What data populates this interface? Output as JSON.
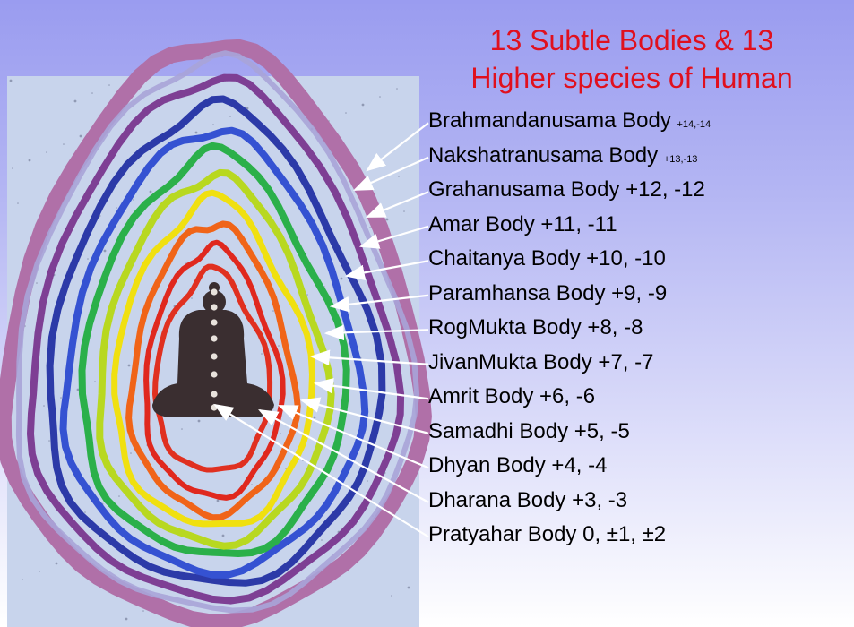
{
  "title": {
    "line1": "13 Subtle Bodies & 13",
    "line2": "Higher species of Human"
  },
  "bodies": [
    {
      "name": "Brahmandanusama  Body",
      "level": "+14,-14",
      "small": true
    },
    {
      "name": "Nakshatranusama Body",
      "level": "+13,-13",
      "small": true
    },
    {
      "name": "Grahanusama Body",
      "level": "+12, -12",
      "small": false
    },
    {
      "name": "Amar Body ",
      "level": "+11, -11",
      "small": false
    },
    {
      "name": "Chaitanya Body ",
      "level": "+10, -10",
      "small": false
    },
    {
      "name": "Paramhansa Body",
      "level": "+9, -9",
      "small": false
    },
    {
      "name": "RogMukta Body",
      "level": "+8, -8",
      "small": false
    },
    {
      "name": "JivanMukta Body",
      "level": "+7, -7",
      "small": false
    },
    {
      "name": "Amrit Body ",
      "level": "+6, -6",
      "small": false
    },
    {
      "name": "Samadhi Body ",
      "level": "+5, -5",
      "small": false
    },
    {
      "name": "Dhyan Body ",
      "level": "+4, -4",
      "small": false
    },
    {
      "name": "Dharana Body",
      "level": "+3, -3",
      "small": false
    },
    {
      "name": "Pratyahar Body",
      "level": "0, ±1, ±2",
      "small": false
    }
  ],
  "colors": {
    "title": "#e0101e",
    "rings": [
      "#b070a8",
      "#a8a4d8",
      "#7e3f94",
      "#2c3aa8",
      "#3552d2",
      "#2bb04a",
      "#b8d820",
      "#f0e010",
      "#f06418",
      "#e0281e",
      "#e03020"
    ],
    "figure": "#3a2e30",
    "chakra_dots": "#e8e2dc"
  },
  "figure_icon": "meditating-figure-icon"
}
